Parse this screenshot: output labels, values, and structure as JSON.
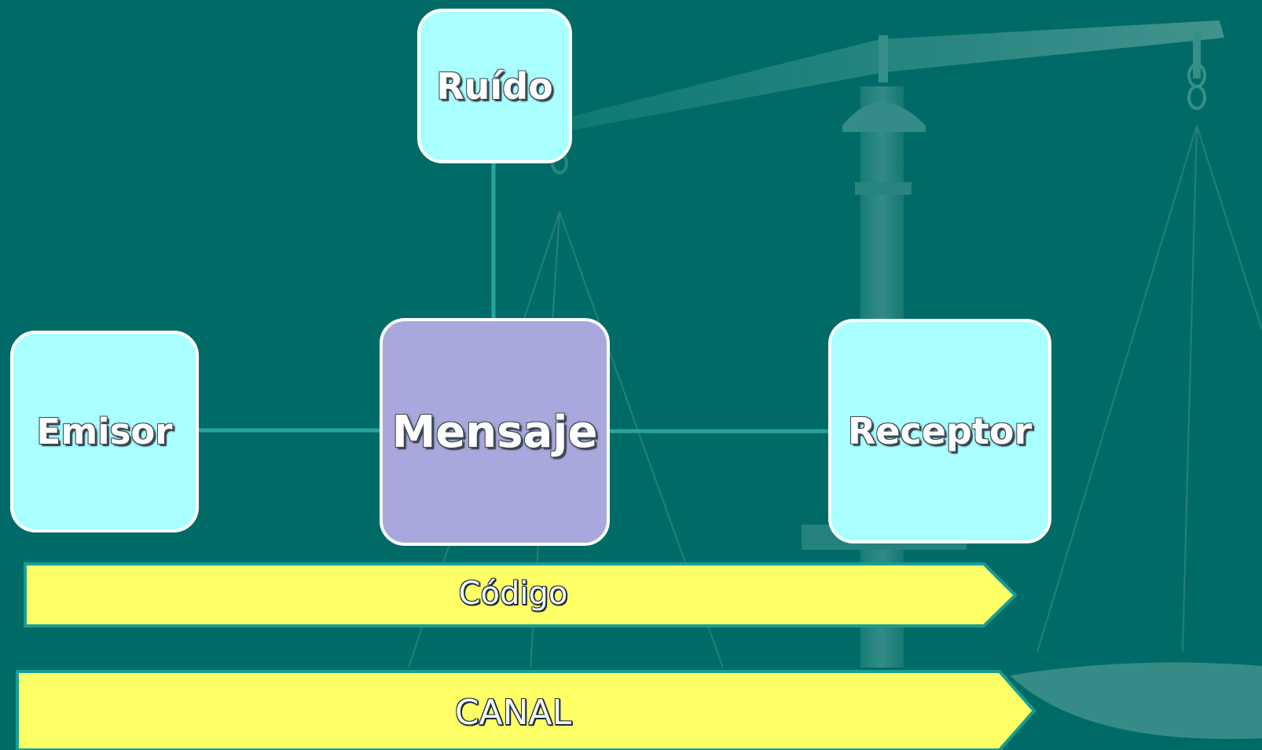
{
  "colors": {
    "background": "#006b66",
    "box_cyan": "#aaffff",
    "box_purple": "#a8a8dc",
    "arrow_yellow": "#ffff66",
    "connector": "#2aa59c"
  },
  "nodes": {
    "noise": "Ruído",
    "sender": "Emisor",
    "message": "Mensaje",
    "receiver": "Receptor"
  },
  "bands": {
    "code": "Código",
    "channel": "CANAL"
  },
  "background_image": "scales-of-justice"
}
